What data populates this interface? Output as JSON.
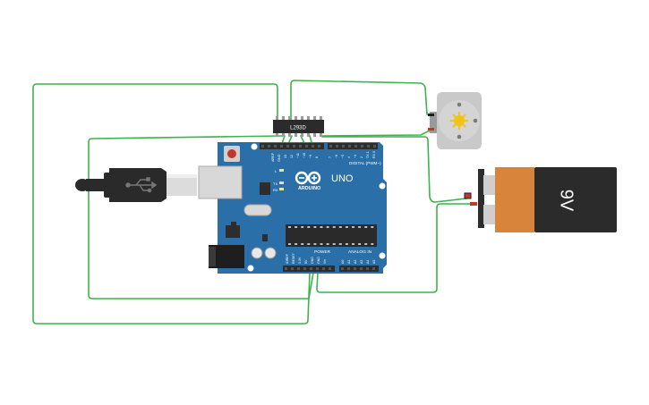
{
  "canvas": {
    "background": "#ffffff"
  },
  "colors": {
    "wire": "#3cb44b",
    "board": "#2b6fa8",
    "board_dark": "#1f5687",
    "header": "#2d2d2d",
    "usb_metal": "#d8d8d8",
    "cable": "#2a2a2a",
    "battery_body": "#2b2b2b",
    "battery_copper": "#d9843b",
    "motor_body": "#c8c8c8",
    "motor_shaft": "#f2c21b",
    "reset_red": "#c0392b"
  },
  "chip": {
    "label": "L293D"
  },
  "arduino": {
    "brand": "ARDUINO",
    "model": "UNO",
    "digital_label": "DIGITAL (PWM~)",
    "power_label": "POWER",
    "analog_label": "ANALOG IN",
    "tx_label": "TX",
    "rx_label": "RX",
    "l_label": "L",
    "on_label": "ON",
    "aref_label": "AREF",
    "gnd_label": "GND",
    "top_pins": [
      "13",
      "12",
      "~11",
      "~10",
      "~9",
      "8",
      "7",
      "~6",
      "~5",
      "4",
      "~3",
      "2",
      "TX 1",
      "RX 0"
    ],
    "power_pins": [
      "IOREF",
      "RESET",
      "3.3V",
      "5V",
      "GND",
      "GND",
      "Vin"
    ],
    "analog_pins": [
      "A0",
      "A1",
      "A2",
      "A3",
      "A4",
      "A5"
    ]
  },
  "battery": {
    "label": "9V"
  },
  "icons": {
    "usb": "usb-trident-icon",
    "infinity": "arduino-infinity-logo-icon"
  }
}
